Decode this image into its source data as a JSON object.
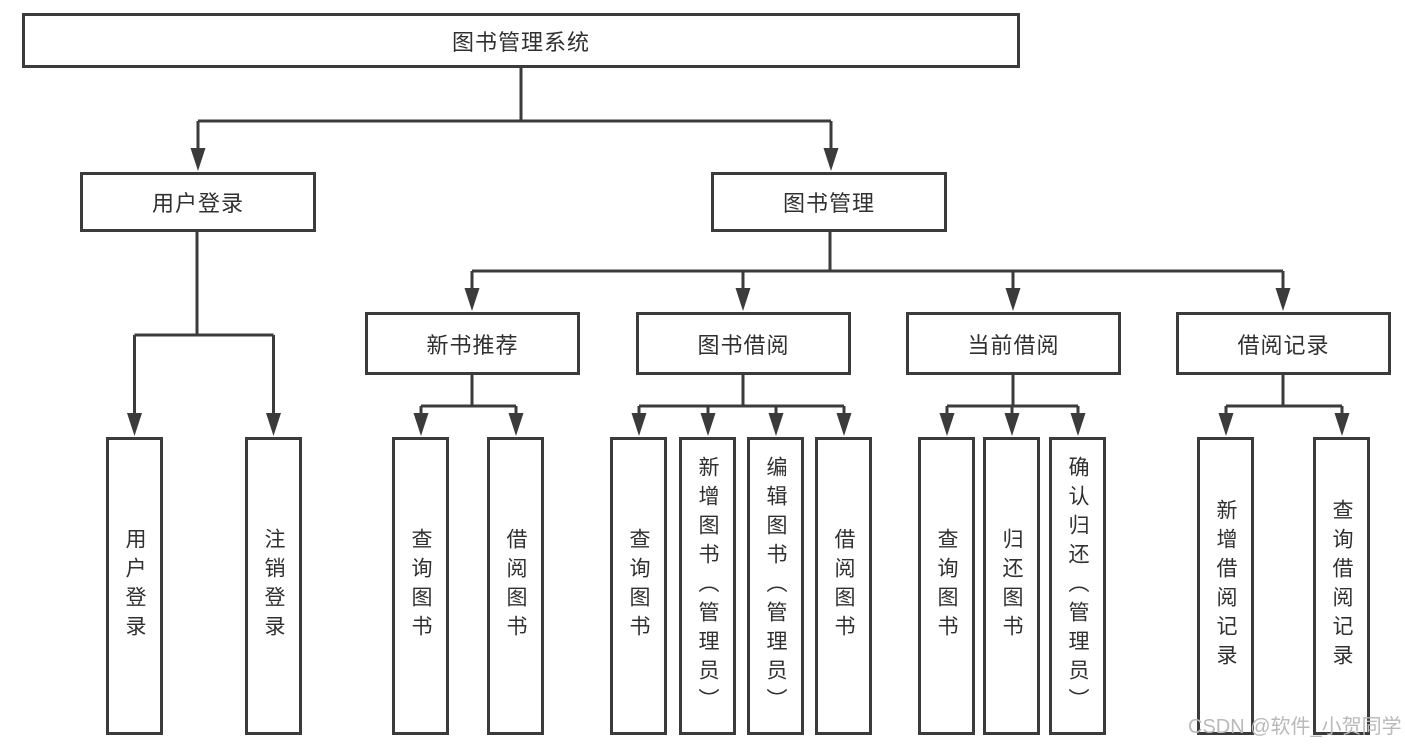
{
  "diagram": {
    "root": {
      "label": "图书管理系统"
    },
    "level2": {
      "user_login": {
        "label": "用户登录"
      },
      "book_management": {
        "label": "图书管理"
      }
    },
    "user_login_children": [
      {
        "label": "用户登录"
      },
      {
        "label": "注销登录"
      }
    ],
    "book_management_children": [
      {
        "label": "新书推荐"
      },
      {
        "label": "图书借阅"
      },
      {
        "label": "当前借阅"
      },
      {
        "label": "借阅记录"
      }
    ],
    "new_book_children": [
      {
        "label": "查询图书"
      },
      {
        "label": "借阅图书"
      }
    ],
    "book_borrow_children": [
      {
        "label": "查询图书"
      },
      {
        "label": "新增图书（管理员）"
      },
      {
        "label": "编辑图书（管理员）"
      },
      {
        "label": "借阅图书"
      }
    ],
    "current_borrow_children": [
      {
        "label": "查询图书"
      },
      {
        "label": "归还图书"
      },
      {
        "label": "确认归还（管理员）"
      }
    ],
    "borrow_record_children": [
      {
        "label": "新增借阅记录"
      },
      {
        "label": "查询借阅记录"
      }
    ]
  },
  "watermark": {
    "text": "CSDN @软件_小贺同学"
  },
  "colors": {
    "line": "#3b3b3b",
    "text": "#303030",
    "watermark": "#b9b9b9",
    "background": "#ffffff"
  }
}
